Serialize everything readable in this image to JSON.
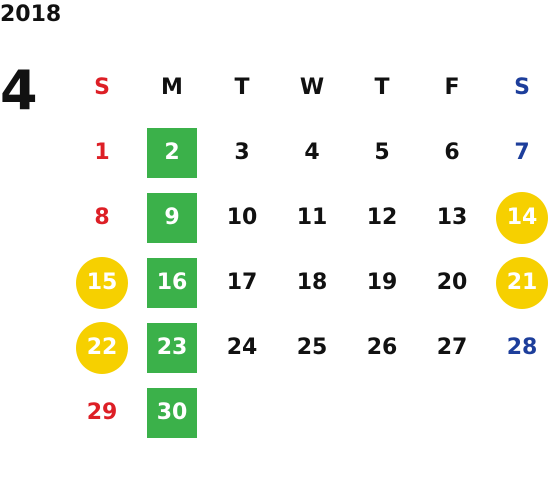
{
  "year": "2018",
  "month": "4",
  "weekdays": [
    "S",
    "M",
    "T",
    "W",
    "T",
    "F",
    "S"
  ],
  "colors": {
    "sunday": "#dd1f26",
    "saturday": "#1d3e9b",
    "green_mark": "#3bb14a",
    "yellow_mark": "#f6d000"
  },
  "weeks": [
    [
      {
        "day": "1",
        "mark": ""
      },
      {
        "day": "2",
        "mark": "green"
      },
      {
        "day": "3",
        "mark": ""
      },
      {
        "day": "4",
        "mark": ""
      },
      {
        "day": "5",
        "mark": ""
      },
      {
        "day": "6",
        "mark": ""
      },
      {
        "day": "7",
        "mark": ""
      }
    ],
    [
      {
        "day": "8",
        "mark": ""
      },
      {
        "day": "9",
        "mark": "green"
      },
      {
        "day": "10",
        "mark": ""
      },
      {
        "day": "11",
        "mark": ""
      },
      {
        "day": "12",
        "mark": ""
      },
      {
        "day": "13",
        "mark": ""
      },
      {
        "day": "14",
        "mark": "yellow"
      }
    ],
    [
      {
        "day": "15",
        "mark": "yellow"
      },
      {
        "day": "16",
        "mark": "green"
      },
      {
        "day": "17",
        "mark": ""
      },
      {
        "day": "18",
        "mark": ""
      },
      {
        "day": "19",
        "mark": ""
      },
      {
        "day": "20",
        "mark": ""
      },
      {
        "day": "21",
        "mark": "yellow"
      }
    ],
    [
      {
        "day": "22",
        "mark": "yellow"
      },
      {
        "day": "23",
        "mark": "green"
      },
      {
        "day": "24",
        "mark": ""
      },
      {
        "day": "25",
        "mark": ""
      },
      {
        "day": "26",
        "mark": ""
      },
      {
        "day": "27",
        "mark": ""
      },
      {
        "day": "28",
        "mark": ""
      }
    ],
    [
      {
        "day": "29",
        "mark": ""
      },
      {
        "day": "30",
        "mark": "green"
      }
    ]
  ]
}
